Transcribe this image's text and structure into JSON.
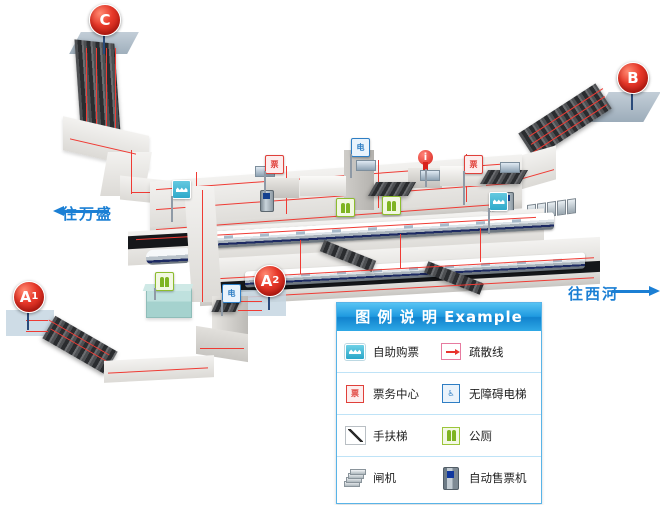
{
  "map": {
    "title_alt": "Station 3D Layout Map",
    "directions": [
      {
        "id": "west",
        "label": "往万盛",
        "arrow": "arrow-left-icon"
      },
      {
        "id": "east",
        "label": "往西河",
        "arrow": "arrow-right-icon"
      }
    ],
    "exits": [
      {
        "id": "C",
        "label": "C",
        "sub": ""
      },
      {
        "id": "B",
        "label": "B",
        "sub": ""
      },
      {
        "id": "A1",
        "label": "A",
        "sub": "1"
      },
      {
        "id": "A2",
        "label": "A",
        "sub": "2"
      }
    ],
    "facility_signs": [
      {
        "id": "self-ticket-west",
        "icon": "self-ticket-icon",
        "glyph": ""
      },
      {
        "id": "self-ticket-east",
        "icon": "self-ticket-icon",
        "glyph": ""
      },
      {
        "id": "ticket-office-mid",
        "icon": "ticket-office-icon",
        "glyph": "票"
      },
      {
        "id": "ticket-office-east",
        "icon": "ticket-office-icon",
        "glyph": "票"
      },
      {
        "id": "elevator-center",
        "icon": "elevator-icon",
        "glyph": "电"
      },
      {
        "id": "elevator-south",
        "icon": "elevator-icon",
        "glyph": "电"
      },
      {
        "id": "toilet-west",
        "icon": "toilet-icon",
        "glyph": ""
      },
      {
        "id": "toilet-center",
        "icon": "toilet-icon",
        "glyph": ""
      },
      {
        "id": "info-center",
        "icon": "info-icon",
        "glyph": "i"
      }
    ]
  },
  "legend": {
    "title": "图 例 说 明 Example",
    "rows": [
      {
        "left": {
          "icon": "self-ticket-icon",
          "label": "自助购票"
        },
        "right": {
          "icon": "evacuation-line-icon",
          "label": "疏散线"
        }
      },
      {
        "left": {
          "icon": "ticket-office-icon",
          "label": "票务中心"
        },
        "right": {
          "icon": "accessible-elevator-icon",
          "label": "无障碍电梯"
        }
      },
      {
        "left": {
          "icon": "escalator-icon",
          "label": "手扶梯"
        },
        "right": {
          "icon": "toilet-icon",
          "label": "公厕"
        }
      },
      {
        "left": {
          "icon": "fare-gate-icon",
          "label": "闸机"
        },
        "right": {
          "icon": "ticket-vending-machine-icon",
          "label": "自动售票机"
        }
      }
    ]
  },
  "colors": {
    "accent_blue": "#1b7fd4",
    "legend_header": "#1f9ae0",
    "evacuation_red": "#ef3b34",
    "marker_red": "#e8392a",
    "cyan_sign": "#2fa9ca"
  }
}
